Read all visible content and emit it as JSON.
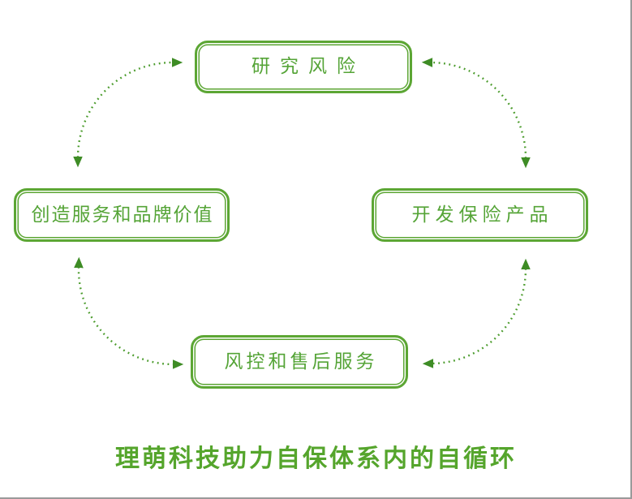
{
  "page": {
    "background": "#ffffff",
    "frame_border_color": "#9a9a9a",
    "frame_border_sides": [
      "right",
      "bottom"
    ]
  },
  "diagram": {
    "type": "cycle",
    "title": "理萌科技助力自保体系内的自循环",
    "nodes": [
      {
        "id": "research-risk",
        "label": "研究风险",
        "position": "top"
      },
      {
        "id": "develop-insurance-product",
        "label": "开发保险产品",
        "position": "right"
      },
      {
        "id": "risk-control-and-after-sales-service",
        "label": "风控和售后服务",
        "position": "bottom"
      },
      {
        "id": "create-service-and-brand-value",
        "label": "创造服务和品牌价值",
        "position": "left"
      }
    ],
    "connectors": [
      {
        "between": [
          "create-service-and-brand-value",
          "research-risk"
        ],
        "style": "dotted-arc",
        "bidirectional": true
      },
      {
        "between": [
          "research-risk",
          "develop-insurance-product"
        ],
        "style": "dotted-arc",
        "bidirectional": true
      },
      {
        "between": [
          "create-service-and-brand-value",
          "risk-control-and-after-sales-service"
        ],
        "style": "dotted-arc",
        "bidirectional": true
      },
      {
        "between": [
          "develop-insurance-product",
          "risk-control-and-after-sales-service"
        ],
        "style": "dotted-arc",
        "bidirectional": true
      }
    ],
    "colors": {
      "node_border": "#5CA634",
      "node_text": "#55A437",
      "dotted_line": "#4A9B2B",
      "arrowhead": "#3E8C25",
      "title_text": "#55A52C"
    }
  }
}
